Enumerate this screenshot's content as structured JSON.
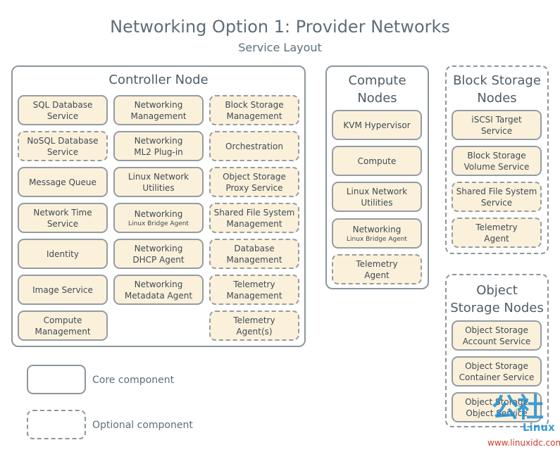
{
  "title": "Networking Option 1: Provider Networks",
  "subtitle": "Service Layout",
  "controller": {
    "title": "Controller Node",
    "col1": [
      {
        "l1": "SQL Database",
        "l2": "Service"
      },
      {
        "l1": "NoSQL Database",
        "l2": "Service"
      },
      {
        "l1": "Message Queue",
        "l2": ""
      },
      {
        "l1": "Network Time",
        "l2": "Service"
      },
      {
        "l1": "Identity",
        "l2": ""
      },
      {
        "l1": "Image Service",
        "l2": ""
      },
      {
        "l1": "Compute",
        "l2": "Management"
      }
    ],
    "col2": [
      {
        "l1": "Networking",
        "l2": "Management"
      },
      {
        "l1": "Networking",
        "l2": "ML2 Plug-in"
      },
      {
        "l1": "Linux Network",
        "l2": "Utilities"
      },
      {
        "l1": "Networking",
        "l2": "Linux Bridge Agent"
      },
      {
        "l1": "Networking",
        "l2": "DHCP Agent"
      },
      {
        "l1": "Networking",
        "l2": "Metadata Agent"
      }
    ],
    "col3": [
      {
        "l1": "Block Storage",
        "l2": "Management"
      },
      {
        "l1": "Orchestration",
        "l2": ""
      },
      {
        "l1": "Object Storage",
        "l2": "Proxy Service"
      },
      {
        "l1": "Shared File System",
        "l2": "Management"
      },
      {
        "l1": "Database",
        "l2": "Management"
      },
      {
        "l1": "Telemetry",
        "l2": "Management"
      },
      {
        "l1": "Telemetry",
        "l2": "Agent(s)"
      }
    ]
  },
  "compute": {
    "title_l1": "Compute",
    "title_l2": "Nodes",
    "items": [
      {
        "l1": "KVM Hypervisor",
        "l2": ""
      },
      {
        "l1": "Compute",
        "l2": ""
      },
      {
        "l1": "Linux Network",
        "l2": "Utilities"
      },
      {
        "l1": "Networking",
        "l2": "Linux Bridge Agent"
      },
      {
        "l1": "Telemetry",
        "l2": "Agent"
      }
    ]
  },
  "block": {
    "title_l1": "Block Storage",
    "title_l2": "Nodes",
    "items": [
      {
        "l1": "iSCSI Target",
        "l2": "Service"
      },
      {
        "l1": "Block Storage",
        "l2": "Volume Service"
      },
      {
        "l1": "Shared File System",
        "l2": "Service"
      },
      {
        "l1": "Telemetry",
        "l2": "Agent"
      }
    ]
  },
  "object": {
    "title_l1": "Object",
    "title_l2": "Storage Nodes",
    "items": [
      {
        "l1": "Object Storage",
        "l2": "Account Service"
      },
      {
        "l1": "Object Storage",
        "l2": "Container Service"
      },
      {
        "l1": "Object Storage",
        "l2": "Object Service"
      }
    ]
  },
  "legend": {
    "core": "Core component",
    "optional": "Optional component"
  },
  "watermark": {
    "logo": "公社",
    "brand": "Linux",
    "url": "www.linuxidc.com"
  },
  "colors": {
    "box_fill": "#fbf1db",
    "border": "#8c969c",
    "text": "#3f4a55",
    "watermark_blue": "#1a8fd6"
  }
}
